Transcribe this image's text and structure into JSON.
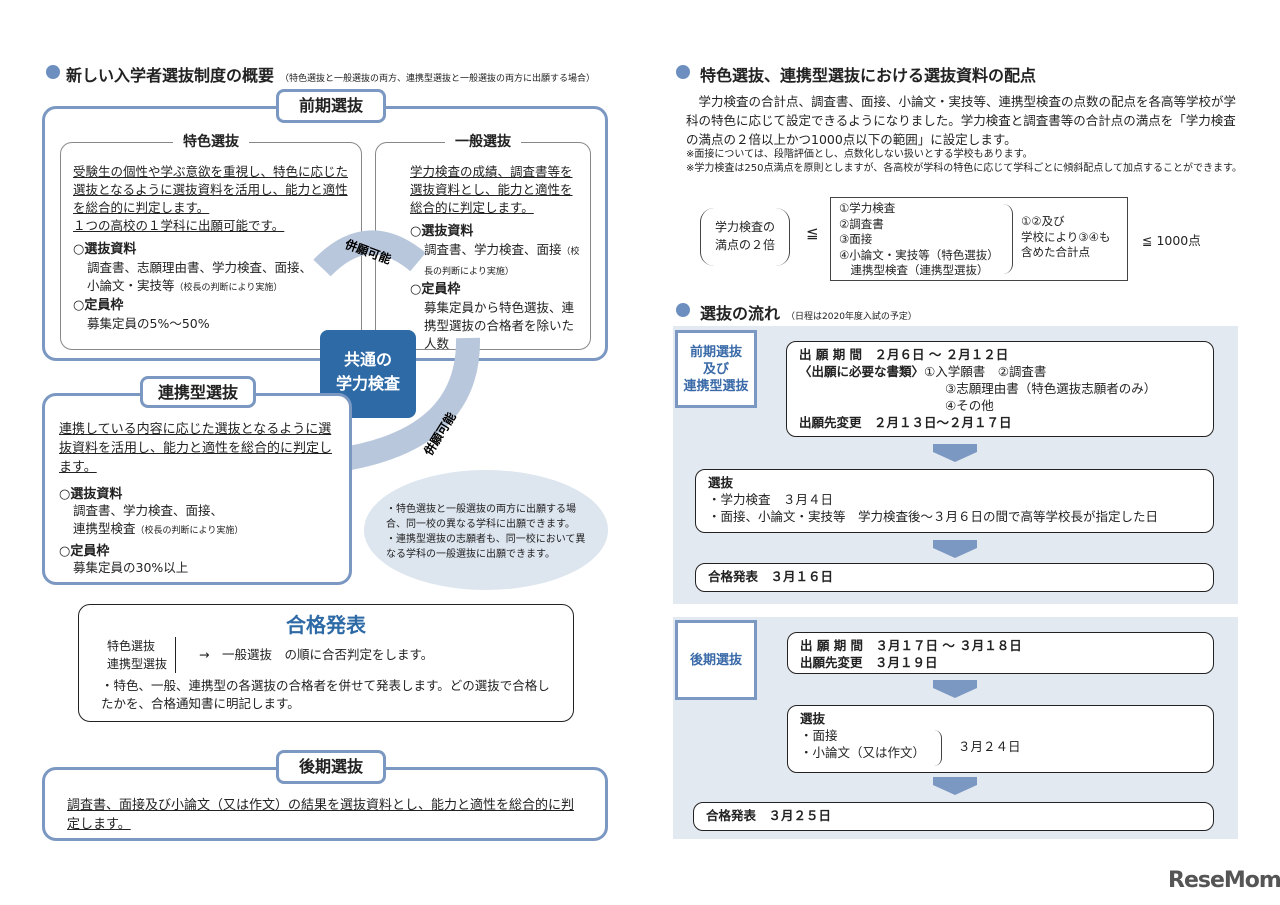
{
  "left": {
    "heading": "新しい入学者選抜制度の概要",
    "heading_note": "（特色選抜と一般選抜の両方、連携型選抜と一般選抜の両方に出願する場合）",
    "zenki": {
      "tab": "前期選抜",
      "tokushoku": {
        "title": "特色選抜",
        "desc": "受験生の個性や学ぶ意欲を重視し、特色に応じた選抜となるように選抜資料を活用し、能力と適性を総合的に判定します。",
        "desc2": "１つの高校の１学科に出願可能です。",
        "materials_label": "○選抜資料",
        "materials": "調査書、志願理由書、学力検査、面接、小論文・実技等",
        "materials_note": "（校長の判断により実施）",
        "quota_label": "○定員枠",
        "quota": "募集定員の5%～50%"
      },
      "ippan": {
        "title": "一般選抜",
        "desc": "学力検査の成績、調査書等を選抜資料とし、能力と適性を総合的に判定します。",
        "materials_label": "○選抜資料",
        "materials": "調査書、学力検査、面接",
        "materials_note": "（校長の判断により実施）",
        "quota_label": "○定員枠",
        "quota": "募集定員から特色選抜、連携型選抜の合格者を除いた人数"
      }
    },
    "center": {
      "line1": "共通の",
      "line2": "学力検査"
    },
    "heigan_top": "併願可能",
    "heigan_bottom": "併願可能",
    "renkei": {
      "tab": "連携型選抜",
      "desc": "連携している内容に応じた選抜となるように選抜資料を活用し、能力と適性を総合的に判定します。",
      "materials_label": "○選抜資料",
      "materials1": "調査書、学力検査、面接、",
      "materials2": "連携型検査",
      "materials_note": "（校長の判断により実施）",
      "quota_label": "○定員枠",
      "quota": "募集定員の30%以上"
    },
    "note_bubble": [
      "・特色選抜と一般選抜の両方に出願する場合、同一校の異なる学科に出願できます。",
      "・連携型選抜の志願者も、同一校において異なる学科の一般選抜に出願できます。"
    ],
    "result": {
      "title": "合格発表",
      "item1": "特色選抜",
      "item2": "連携型選抜",
      "arrow": "→",
      "order": "一般選抜　の順に合否判定をします。",
      "note": "・特色、一般、連携型の各選抜の合格者を併せて発表します。どの選抜で合格したかを、合格通知書に明記します。"
    },
    "koki": {
      "tab": "後期選抜",
      "desc": "調査書、面接及び小論文（又は作文）の結果を選抜資料とし、能力と適性を総合的に判定します。"
    }
  },
  "right": {
    "heading": "特色選抜、連携型選抜における選抜資料の配点",
    "para": "　学力検査の合計点、調査書、面接、小論文・実技等、連携型検査の点数の配点を各高等学校が学科の特色に応じて設定できるようになりました。学力検査と調査書等の合計点の満点を「学力検査の満点の２倍以上かつ1000点以下の範囲」に設定します。",
    "note1": "※面接については、段階評価とし、点数化しない扱いとする学校もあります。",
    "note2": "※学力検査は250点満点を原則としますが、各高校が学科の特色に応じて学科ごとに傾斜配点して加点することができます。",
    "formula": {
      "left1": "学力検査の",
      "left2": "満点の２倍",
      "leq1": "≦",
      "items": [
        "①学力検査",
        "②調査書",
        "③面接",
        "④小論文・実技等（特色選抜）",
        "　連携型検査（連携型選抜）"
      ],
      "sum1": "①②及び",
      "sum2": "学校により③④も",
      "sum3": "含めた合計点",
      "right": "≦ 1000点"
    },
    "flow_heading": "選抜の流れ",
    "flow_note": "（日程は2020年度入試の予定）",
    "zenki_flow": {
      "label": [
        "前期選抜",
        "及び",
        "連携型選抜"
      ],
      "period": "出 願 期 間　２月６日 ～ ２月１２日",
      "docs_label": "〈出願に必要な書類〉",
      "docs1": "①入学願書　②調査書",
      "docs2": "③志願理由書（特色選抜志願者のみ）",
      "docs3": "④その他",
      "change": "出願先変更　２月１３日～２月１７日",
      "senbatsu": "選抜",
      "exam": "・学力検査　３月４日",
      "interview": "・面接、小論文・実技等　学力検査後～３月６日の間で高等学校長が指定した日",
      "result": "合格発表　３月１６日"
    },
    "koki_flow": {
      "label": "後期選抜",
      "period": "出 願 期 間　３月１７日 ～ ３月１８日",
      "change": "出願先変更　３月１９日",
      "senbatsu": "選抜",
      "item1": "・面接",
      "item2": "・小論文（又は作文）",
      "date": "３月２４日",
      "result": "合格発表　３月２５日"
    }
  },
  "logo": "ReseMom",
  "colors": {
    "accent": "#7b98c2",
    "center_box": "#2e6aa6",
    "panel_bg": "#e3e9f1",
    "arc": "#b8c7dc",
    "title_blue": "#2e6aa6"
  }
}
